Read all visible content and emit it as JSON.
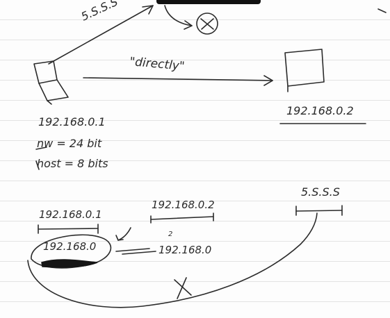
{
  "notes": {
    "top_text": "5.S.S.S",
    "directly_label": "\"directly\"",
    "source_ip": "192.168.0.1",
    "dest_ip": "192.168.0.2",
    "nw_bits": "nw = 24 bit",
    "host_bits": "host = 8 bits",
    "bottom_ip_left": "192.168.0.1",
    "bottom_ip_mid": "192.168.0.2",
    "circled_network": "192.168.0",
    "network_prefix": "192.168.0",
    "remote_ip": "5.S.S.S",
    "small_mark": "2"
  }
}
